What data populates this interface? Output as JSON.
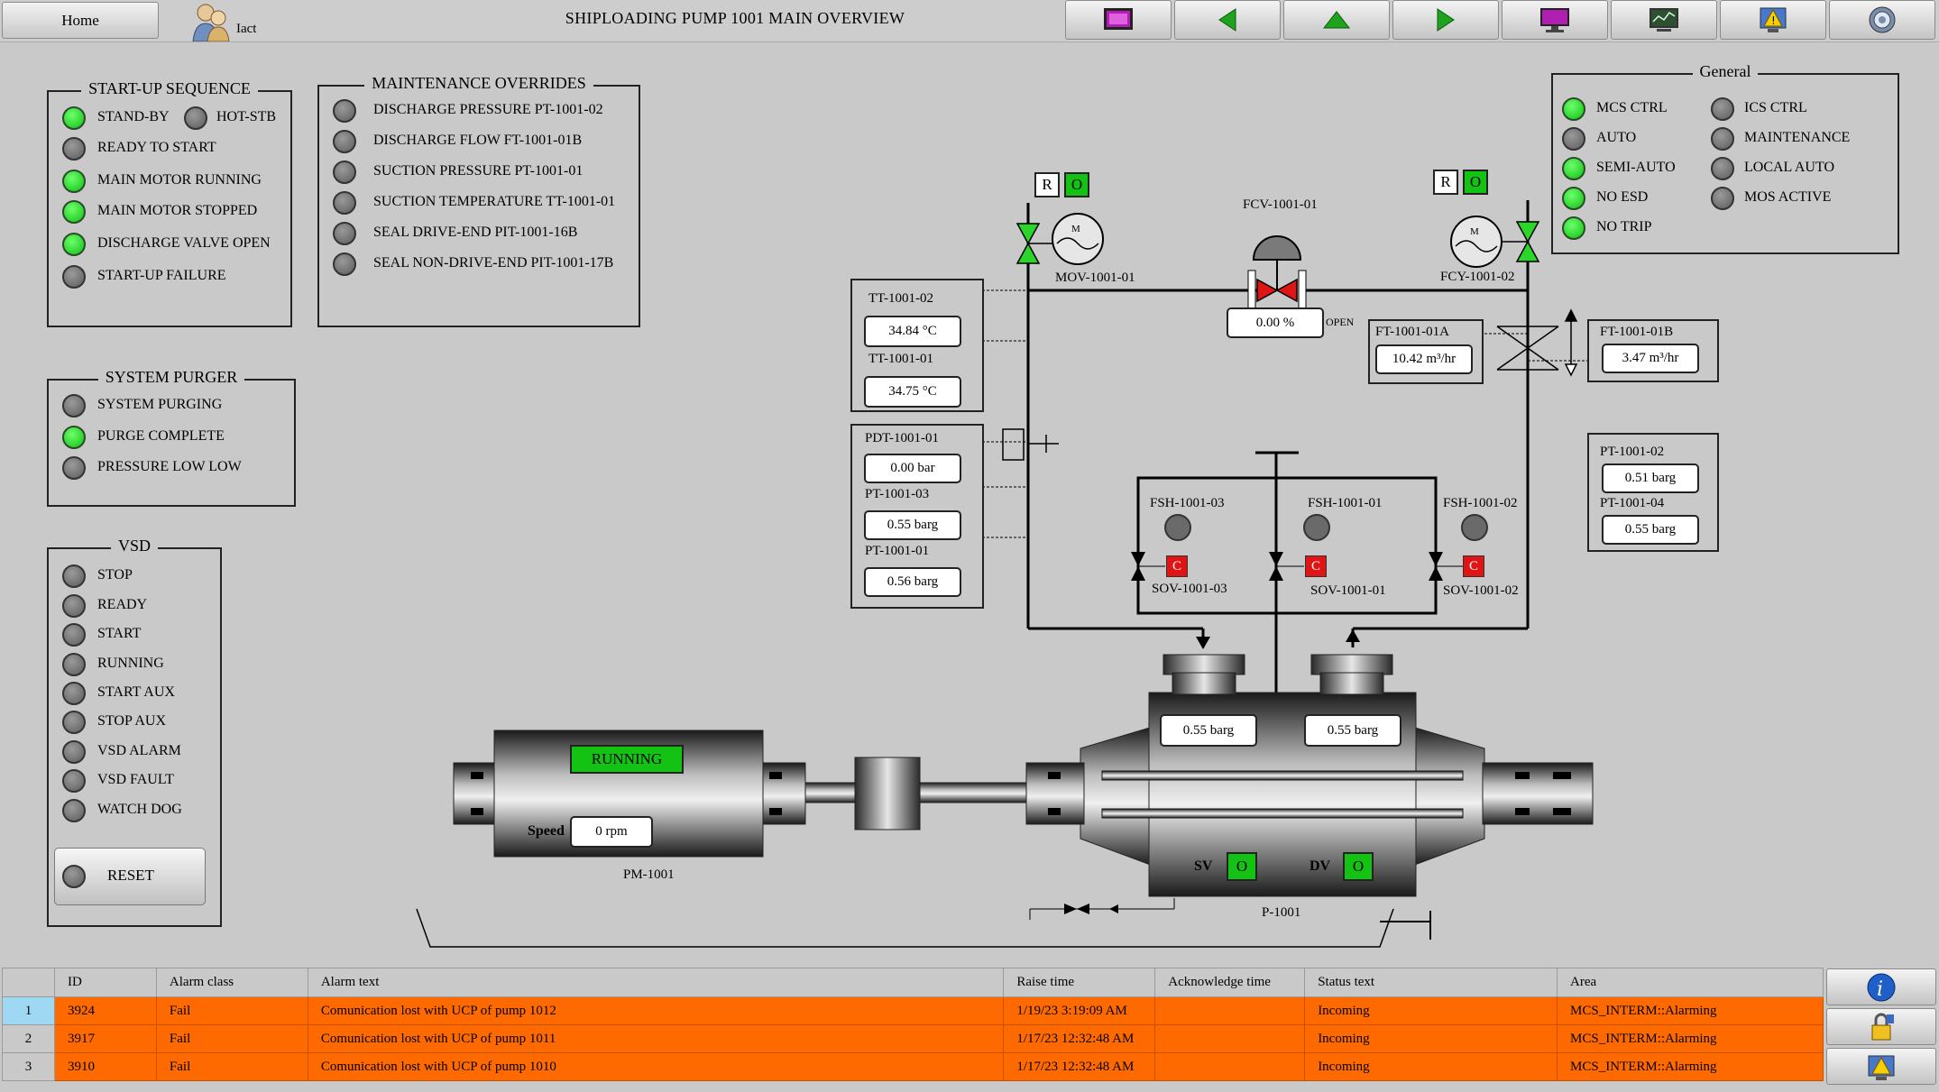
{
  "header": {
    "home_label": "Home",
    "user_name": "Iact",
    "title": "SHIPLOADING PUMP 1001 MAIN OVERVIEW",
    "nav_icons": [
      "screens-icon",
      "back-arrow-icon",
      "up-arrow-icon",
      "forward-arrow-icon",
      "monitor-icon",
      "trend-icon",
      "alarm-icon",
      "settings-icon"
    ]
  },
  "startup_sequence": {
    "title": "START-UP SEQUENCE",
    "items": [
      {
        "label": "STAND-BY",
        "on": true
      },
      {
        "label": "HOT-STB",
        "on": false
      },
      {
        "label": "READY TO START",
        "on": false
      },
      {
        "label": "MAIN MOTOR RUNNING",
        "on": true
      },
      {
        "label": "MAIN MOTOR STOPPED",
        "on": true
      },
      {
        "label": "DISCHARGE VALVE OPEN",
        "on": true
      },
      {
        "label": "START-UP FAILURE",
        "on": false
      }
    ]
  },
  "maintenance_overrides": {
    "title": "MAINTENANCE OVERRIDES",
    "items": [
      {
        "label": "DISCHARGE PRESSURE PT-1001-02",
        "on": false
      },
      {
        "label": "DISCHARGE FLOW FT-1001-01B",
        "on": false
      },
      {
        "label": "SUCTION PRESSURE PT-1001-01",
        "on": false
      },
      {
        "label": "SUCTION TEMPERATURE TT-1001-01",
        "on": false
      },
      {
        "label": "SEAL DRIVE-END PIT-1001-16B",
        "on": false
      },
      {
        "label": "SEAL NON-DRIVE-END PIT-1001-17B",
        "on": false
      }
    ]
  },
  "system_purger": {
    "title": "SYSTEM PURGER",
    "items": [
      {
        "label": "SYSTEM PURGING",
        "on": false
      },
      {
        "label": "PURGE COMPLETE",
        "on": true
      },
      {
        "label": "PRESSURE LOW LOW",
        "on": false
      }
    ]
  },
  "vsd": {
    "title": "VSD",
    "items": [
      {
        "label": "STOP",
        "on": false
      },
      {
        "label": "READY",
        "on": false
      },
      {
        "label": "START",
        "on": false
      },
      {
        "label": "RUNNING",
        "on": false
      },
      {
        "label": "START AUX",
        "on": false
      },
      {
        "label": "STOP AUX",
        "on": false
      },
      {
        "label": "VSD ALARM",
        "on": false
      },
      {
        "label": "VSD FAULT",
        "on": false
      },
      {
        "label": "WATCH DOG",
        "on": false
      }
    ],
    "reset_label": "RESET"
  },
  "general": {
    "title": "General",
    "left": [
      {
        "label": "MCS CTRL",
        "on": true
      },
      {
        "label": "AUTO",
        "on": false
      },
      {
        "label": "SEMI-AUTO",
        "on": true
      },
      {
        "label": "NO ESD",
        "on": true
      },
      {
        "label": "NO TRIP",
        "on": true
      }
    ],
    "right": [
      {
        "label": "ICS CTRL",
        "on": false
      },
      {
        "label": "MAINTENANCE",
        "on": false
      },
      {
        "label": "LOCAL AUTO",
        "on": false
      },
      {
        "label": "MOS ACTIVE",
        "on": false
      }
    ]
  },
  "diagram": {
    "mov": {
      "tag": "MOV-1001-01",
      "r": "R",
      "o": "O"
    },
    "fcy": {
      "tag": "FCY-1001-02",
      "r": "R",
      "o": "O"
    },
    "fcv": {
      "tag": "FCV-1001-01",
      "value": "0.00 %",
      "state": "OPEN"
    },
    "tt02": {
      "tag": "TT-1001-02",
      "value": "34.84 °C"
    },
    "tt01": {
      "tag": "TT-1001-01",
      "value": "34.75 °C"
    },
    "pdt01": {
      "tag": "PDT-1001-01",
      "value": "0.00 bar"
    },
    "pt03": {
      "tag": "PT-1001-03",
      "value": "0.55 barg"
    },
    "pt01": {
      "tag": "PT-1001-01",
      "value": "0.56 barg"
    },
    "ft01a": {
      "tag": "FT-1001-01A",
      "value": "10.42 m³/hr"
    },
    "ft01b": {
      "tag": "FT-1001-01B",
      "value": "3.47 m³/hr"
    },
    "pt02": {
      "tag": "PT-1001-02",
      "value": "0.51 barg"
    },
    "pt04": {
      "tag": "PT-1001-04",
      "value": "0.55 barg"
    },
    "fsh03": "FSH-1001-03",
    "fsh01": "FSH-1001-01",
    "fsh02": "FSH-1001-02",
    "sov03": "SOV-1001-03",
    "sov01": "SOV-1001-01",
    "sov02": "SOV-1001-02",
    "c_label": "C",
    "motor": {
      "tag": "PM-1001",
      "status": "RUNNING",
      "speed_label": "Speed",
      "speed": "0 rpm",
      "m_label": "M"
    },
    "pump": {
      "tag": "P-1001",
      "suction_pressure": "0.55 barg",
      "discharge_pressure": "0.55 barg",
      "sv_label": "SV",
      "dv_label": "DV",
      "sv_state": "O",
      "dv_state": "O"
    }
  },
  "alarms": {
    "columns": [
      "",
      "ID",
      "Alarm class",
      "Alarm text",
      "Raise time",
      "Acknowledge time",
      "Status text",
      "Area"
    ],
    "rows": [
      {
        "n": "1",
        "id": "3924",
        "class": "Fail",
        "text": "Comunication lost with UCP of pump 1012",
        "raise": "1/19/23 3:19:09 AM",
        "ack": "",
        "status": "Incoming",
        "area": "MCS_INTERM::Alarming"
      },
      {
        "n": "2",
        "id": "3917",
        "class": "Fail",
        "text": "Comunication lost with UCP of pump 1011",
        "raise": "1/17/23 12:32:48 AM",
        "ack": "",
        "status": "Incoming",
        "area": "MCS_INTERM::Alarming"
      },
      {
        "n": "3",
        "id": "3910",
        "class": "Fail",
        "text": "Comunication lost with UCP of pump 1010",
        "raise": "1/17/23 12:32:48 AM",
        "ack": "",
        "status": "Incoming",
        "area": "MCS_INTERM::Alarming"
      }
    ],
    "side_icons": [
      "info-icon",
      "lock-icon",
      "alarm-ack-icon"
    ]
  },
  "colors": {
    "led_on": "#13c213",
    "led_off": "#6a6a6a",
    "alarm_row": "#ff6a00",
    "valve_green": "#2ad62a",
    "valve_red": "#e01414",
    "panel_bg": "#c9c9c9"
  }
}
